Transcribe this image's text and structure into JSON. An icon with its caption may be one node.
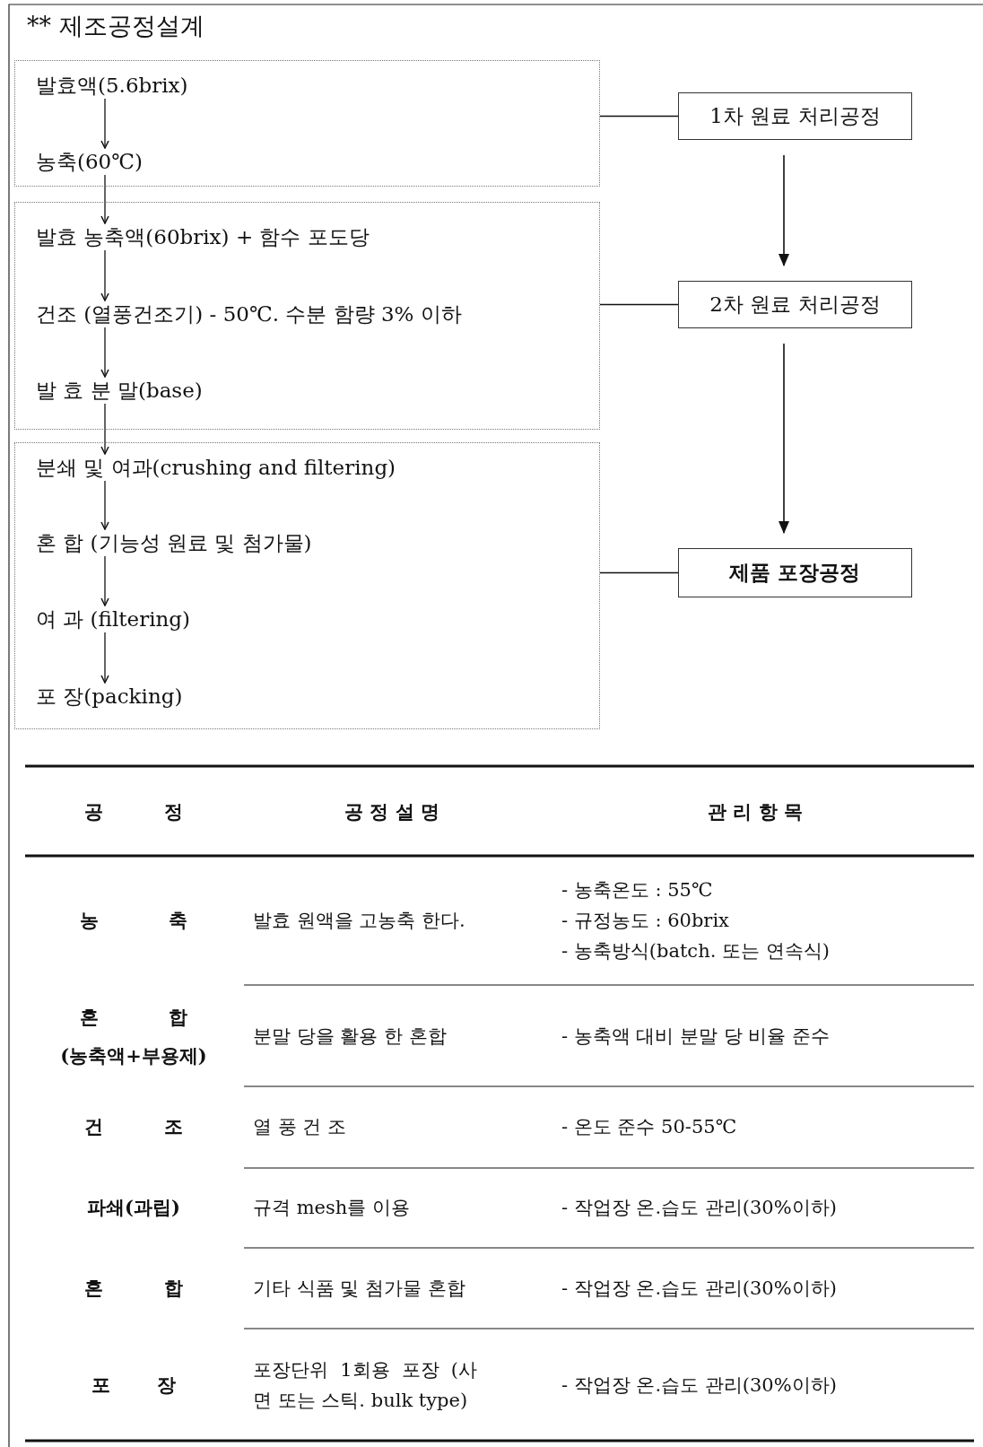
{
  "diagram": {
    "title": "** 제조공정설계",
    "nodes": [
      {
        "text": [],
        "shape": "box"
      },
      {
        "text": [
          "발효액(5.6brix)"
        ],
        "in": 0
      },
      {
        "text": [
          "농축(60℃)"
        ],
        "in": 0
      },
      {
        "text": [],
        "shape": "box"
      },
      {
        "text": [
          "발효 농축액(60brix) + 함수 포도당"
        ],
        "in": 3
      },
      {
        "text": [
          "건조 (열풍건조기) - 50℃. 수분 함량 3% 이하"
        ],
        "in": 3
      },
      {
        "text": [
          "발 효 분 말(base)"
        ],
        "in": 3
      },
      {
        "text": [],
        "shape": "box"
      },
      {
        "text": [
          "분쇄 및 여과(crushing and filtering)"
        ],
        "in": 7
      },
      {
        "text": [
          "혼 합 (기능성 원료 및 첨가물)"
        ],
        "in": 7
      },
      {
        "text": [
          "여 과 (filtering)"
        ],
        "in": 7
      },
      {
        "text": [
          "포 장(packing)"
        ],
        "in": 7
      },
      {
        "text": [
          "1차 원료 처리공정"
        ]
      },
      {
        "text": [
          "2차 원료 처리공정"
        ]
      },
      {
        "text": [
          "제품 포장공정"
        ]
      }
    ],
    "edges": [
      {
        "from": 1,
        "to": 2,
        "arrow": "to"
      },
      {
        "from": 2,
        "to": 4,
        "arrow": "to"
      },
      {
        "from": 4,
        "to": 5,
        "arrow": "to"
      },
      {
        "from": 5,
        "to": 6,
        "arrow": "to"
      },
      {
        "from": 6,
        "to": 8,
        "arrow": "to"
      },
      {
        "from": 8,
        "to": 9,
        "arrow": "to"
      },
      {
        "from": 9,
        "to": 10,
        "arrow": "to"
      },
      {
        "from": 10,
        "to": 11,
        "arrow": "to"
      },
      {
        "from": 0,
        "to": 12,
        "arrow": "none"
      },
      {
        "from": 3,
        "to": 13,
        "arrow": "none"
      },
      {
        "from": 7,
        "to": 14,
        "arrow": "none"
      },
      {
        "from": 12,
        "to": 13,
        "arrow": "to"
      },
      {
        "from": 13,
        "to": 14,
        "arrow": "to"
      }
    ],
    "labels": [
      "공 정",
      "공 정 설 명",
      "관 리 항 목",
      "농 축",
      "발효 원액을 고농축 한다.",
      "- 농축온도 : 55℃",
      "- 규정농도 : 60brix",
      "- 농축방식(batch. 또는 연속식)",
      "혼 합",
      "(농축액+부용제)",
      "분말 당을 활용 한 혼합",
      "- 농축액 대비 분말 당 비율 준수",
      "건 조",
      "열 풍 건 조",
      "- 온도 준수 50-55℃",
      "파쇄(과립)",
      "규격 mesh를 이용",
      "- 작업장 온.습도 관리(30%이하)",
      "혼 합",
      "기타 식품 및 첨가물 혼합",
      "- 작업장 온.습도 관리(30%이하)",
      "포 장",
      "포장단위 1회용 포장 (사면 또는 스틱. bulk type)",
      "- 작업장 온.습도 관리(30%이하)"
    ]
  }
}
